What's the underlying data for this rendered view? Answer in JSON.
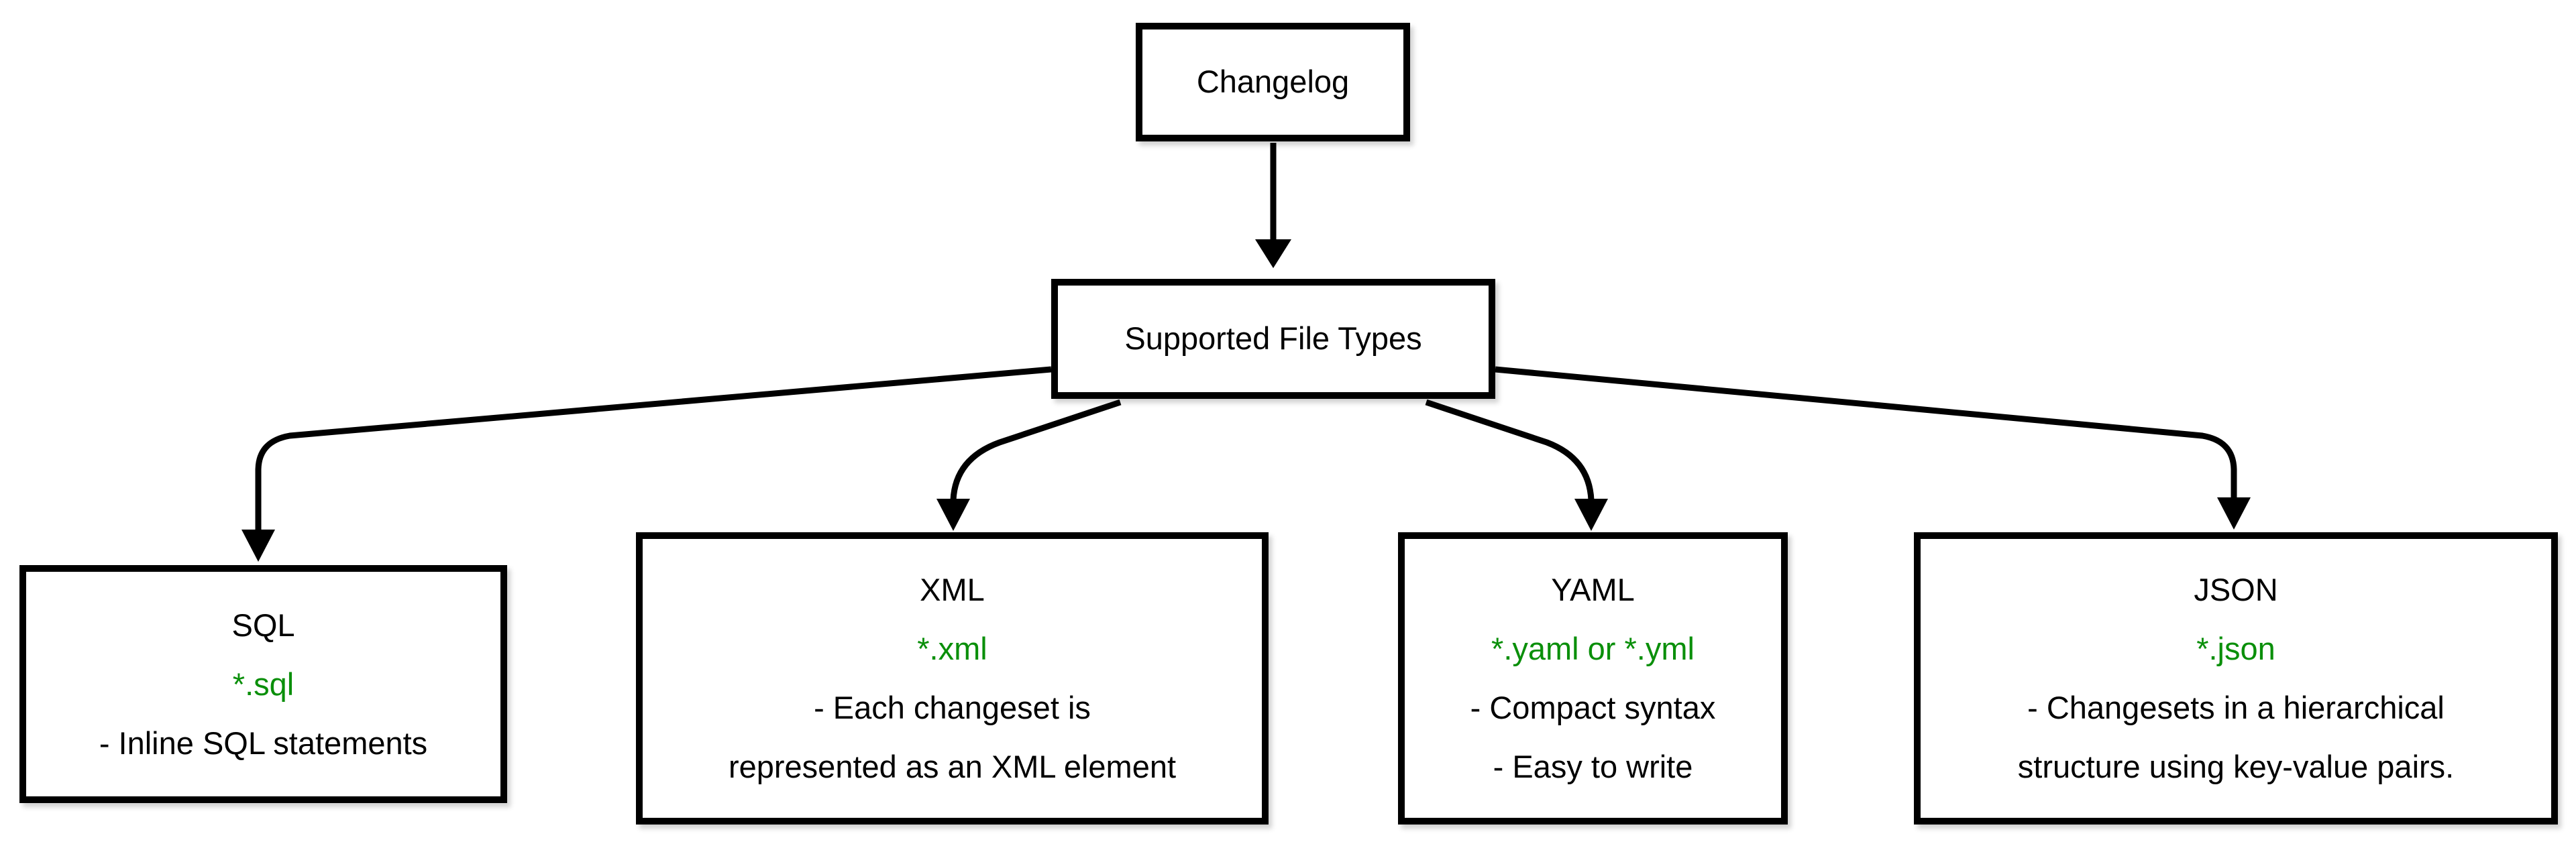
{
  "diagram": {
    "root": {
      "label": "Changelog"
    },
    "hub": {
      "label": "Supported File Types"
    },
    "types": [
      {
        "name": "SQL",
        "pattern": "*.sql",
        "notes": [
          "- Inline SQL statements"
        ]
      },
      {
        "name": "XML",
        "pattern": "*.xml",
        "notes": [
          "- Each changeset is",
          "represented as an XML element"
        ]
      },
      {
        "name": "YAML",
        "pattern": "*.yaml or *.yml",
        "notes": [
          "- Compact syntax",
          "- Easy to write"
        ]
      },
      {
        "name": "JSON",
        "pattern": "*.json",
        "notes": [
          "- Changesets in a hierarchical",
          "structure using key-value pairs."
        ]
      }
    ],
    "edges": [
      {
        "from": "Changelog",
        "to": "Supported File Types"
      },
      {
        "from": "Supported File Types",
        "to": "SQL"
      },
      {
        "from": "Supported File Types",
        "to": "XML"
      },
      {
        "from": "Supported File Types",
        "to": "YAML"
      },
      {
        "from": "Supported File Types",
        "to": "JSON"
      }
    ],
    "colors": {
      "box_border": "#000000",
      "box_fill": "#ffffff",
      "text": "#000000",
      "pattern_text": "#0a8f0a",
      "arrow": "#000000",
      "background": "#ffffff"
    }
  }
}
